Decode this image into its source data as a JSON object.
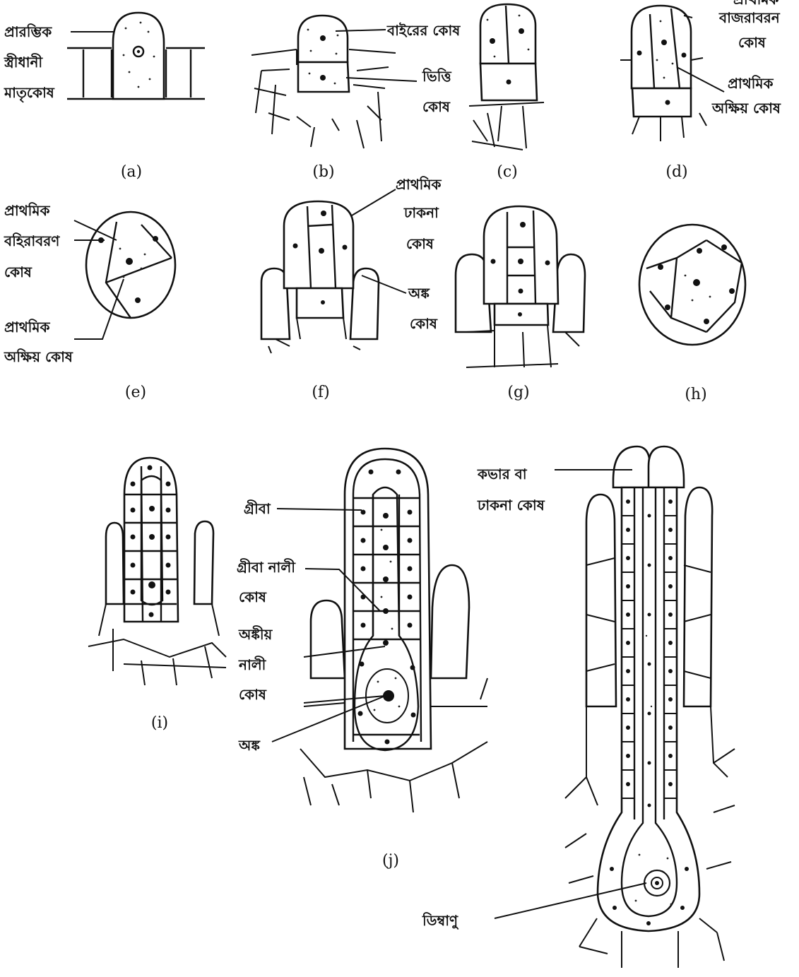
{
  "figure": {
    "captions": [
      "(a)",
      "(b)",
      "(c)",
      "(d)",
      "(e)",
      "(f)",
      "(g)",
      "(h)",
      "(i)",
      "(j)"
    ],
    "labels": {
      "a_initial_cell_line1": "প্রারম্ভিক",
      "a_initial_cell_line2": "স্ত্রীধানী",
      "a_initial_cell_line3": "মাতৃকোষ",
      "b_outer_cell": "বাইরের কোষ",
      "b_basal_cell_line1": "ভিত্তি",
      "b_basal_cell_line2": "কোষ",
      "d_top_partial": "প্রাথমিক",
      "d_jacket_line1": "বাজরাবরন",
      "d_jacket_line2": "কোষ",
      "d_axial_line1": "প্রাথমিক",
      "d_axial_line2": "অক্ষিয় কোষ",
      "e_outer_line1": "প্রাথমিক",
      "e_outer_line2": "বহিরাবরণ",
      "e_outer_line3": "কোষ",
      "e_axial_line1": "প্রাথমিক",
      "e_axial_line2": "অক্ষিয় কোষ",
      "f_cover_line1": "প্রাথমিক",
      "f_cover_line2": "ঢাকনা",
      "f_cover_line3": "কোষ",
      "f_central_line1": "অঙ্ক",
      "f_central_line2": "কোষ",
      "j_neck": "গ্রীবা",
      "j_neck_canal_line1": "গ্রীবা নালী",
      "j_neck_canal_line2": "কোষ",
      "j_ventral_canal_line1": "অঙ্কীয়",
      "j_ventral_canal_line2": "নালী",
      "j_ventral_canal_line3": "কোষ",
      "j_venter": "অঙ্ক",
      "k_cover_line1": "কভার বা",
      "k_cover_line2": "ঢাকনা কোষ",
      "k_egg": "ডিম্বাণু"
    }
  }
}
